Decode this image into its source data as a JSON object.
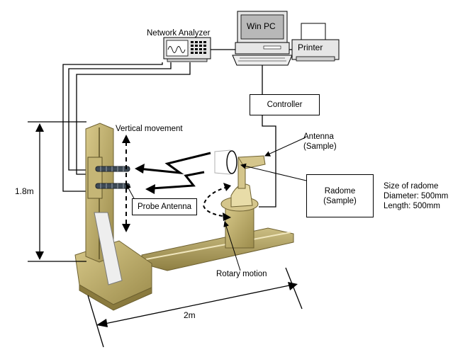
{
  "equipment": {
    "network_analyzer": "Network Analyzer",
    "win_pc": "Win PC",
    "printer": "Printer",
    "controller": "Controller"
  },
  "labels": {
    "antenna_line1": "Antenna",
    "antenna_line2": "(Sample)",
    "radome_line1": "Radome",
    "radome_line2": "(Sample)",
    "vertical_movement": "Vertical movement",
    "probe_antenna": "Probe Antenna",
    "rotary_motion": "Rotary motion"
  },
  "radome_size": {
    "title": "Size of radome",
    "diameter": "Diameter: 500mm",
    "length": "Length: 500mm"
  },
  "dimensions": {
    "height": "1.8m",
    "length": "2m"
  }
}
